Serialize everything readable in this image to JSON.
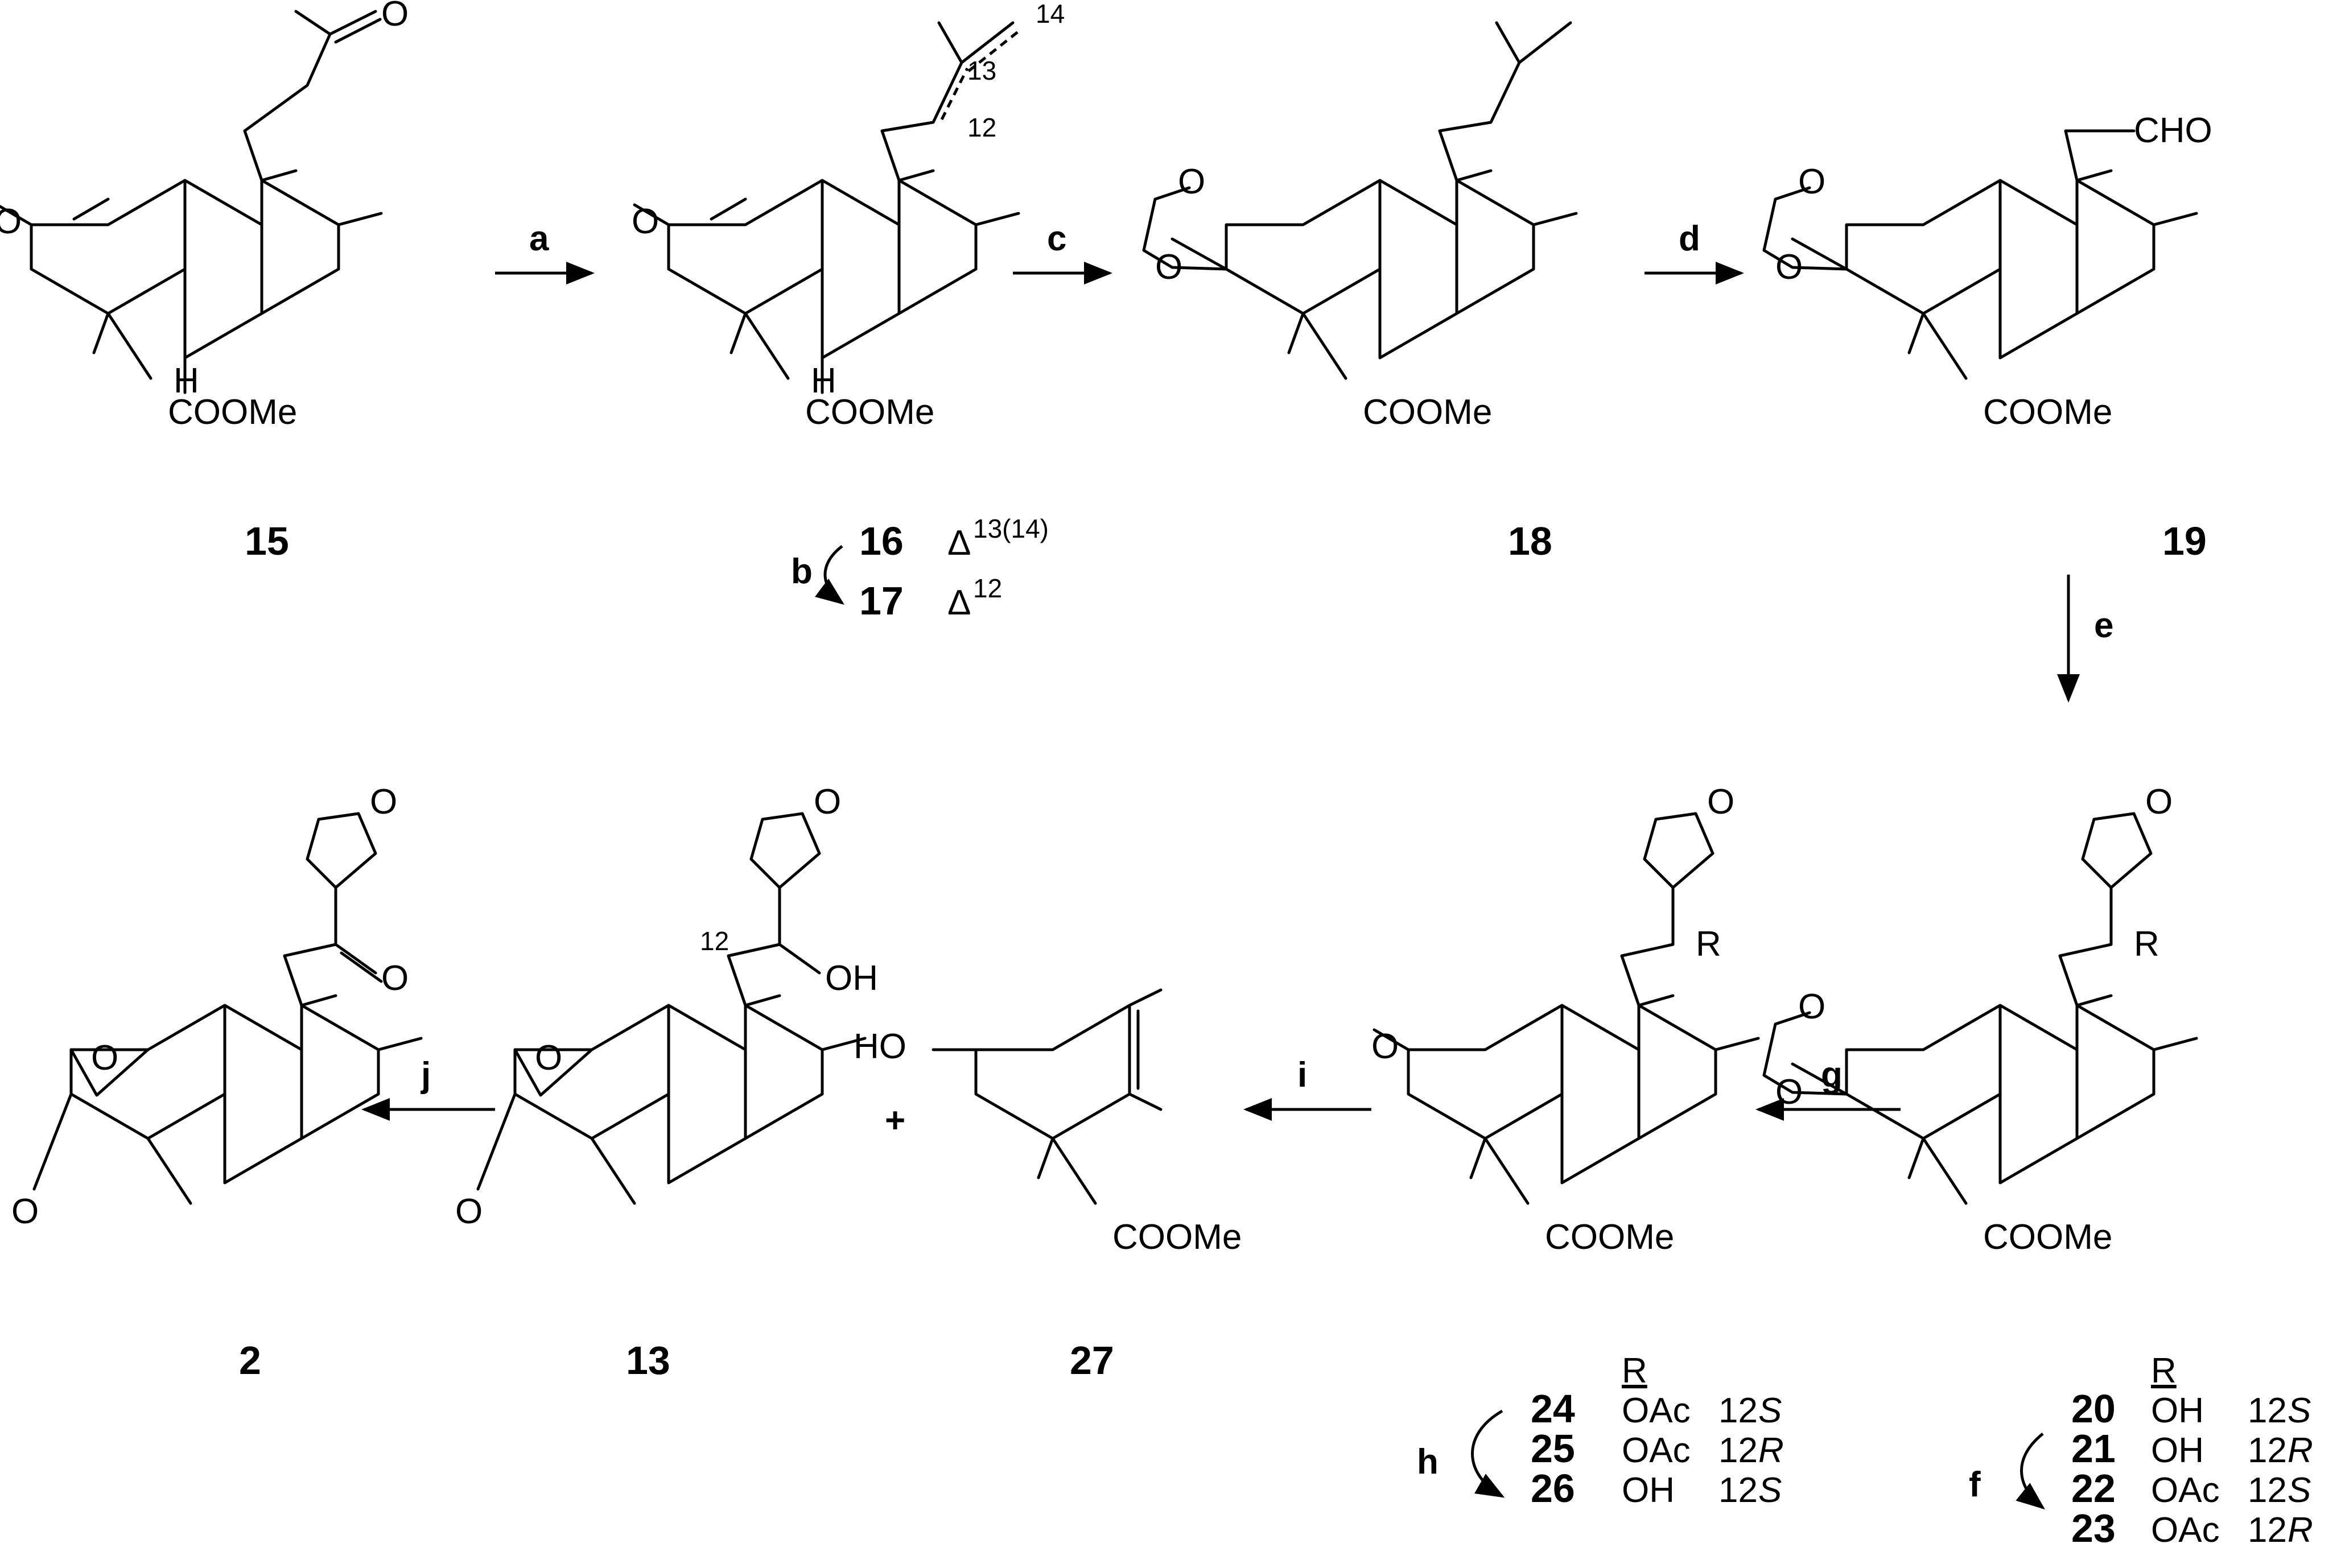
{
  "compounds": {
    "c15": {
      "id": "15",
      "ester": "COOMe",
      "ketone_O": "O",
      "side_O": "O",
      "H": "H"
    },
    "c16": {
      "ester": "COOMe",
      "ketone_O": "O",
      "H": "H",
      "pos14": "14",
      "pos13": "13",
      "pos12": "12"
    },
    "c16_17_table": [
      {
        "id": "16",
        "delta": "Δ",
        "sup": "13(14)"
      },
      {
        "id": "17",
        "delta": "Δ",
        "sup": "12"
      }
    ],
    "c18": {
      "id": "18",
      "ester": "COOMe",
      "O1": "O",
      "O2": "O"
    },
    "c19": {
      "id": "19",
      "ester": "COOMe",
      "O1": "O",
      "O2": "O",
      "aldehyde": "CHO"
    },
    "c20_23": {
      "ester": "COOMe",
      "O1": "O",
      "O2": "O",
      "furan_O": "O",
      "R": "R"
    },
    "c24_26": {
      "ester": "COOMe",
      "ketone_O": "O",
      "furan_O": "O",
      "R": "R"
    },
    "c27": {
      "id": "27",
      "ester": "COOMe",
      "HO": "HO"
    },
    "c13": {
      "id": "13",
      "furan_O": "O",
      "OH": "OH",
      "pos12": "12",
      "bridge_O": "O",
      "lactone_O": "O"
    },
    "c2": {
      "id": "2",
      "furan_O": "O",
      "ketone_O": "O",
      "bridge_O": "O",
      "lactone_O": "O"
    },
    "plus": "+"
  },
  "table_24_26": {
    "header": "R",
    "rows": [
      {
        "id": "24",
        "r": "OAc",
        "config": "12",
        "stereo": "S"
      },
      {
        "id": "25",
        "r": "OAc",
        "config": "12",
        "stereo": "R"
      },
      {
        "id": "26",
        "r": "OH",
        "config": "12",
        "stereo": "S"
      }
    ]
  },
  "table_20_23": {
    "header": "R",
    "rows": [
      {
        "id": "20",
        "r": "OH",
        "config": "12",
        "stereo": "S"
      },
      {
        "id": "21",
        "r": "OH",
        "config": "12",
        "stereo": "R"
      },
      {
        "id": "22",
        "r": "OAc",
        "config": "12",
        "stereo": "S"
      },
      {
        "id": "23",
        "r": "OAc",
        "config": "12",
        "stereo": "R"
      }
    ]
  },
  "steps": {
    "a": "a",
    "b": "b",
    "c": "c",
    "d": "d",
    "e": "e",
    "f": "f",
    "g": "g",
    "h": "h",
    "i": "i",
    "j": "j"
  }
}
